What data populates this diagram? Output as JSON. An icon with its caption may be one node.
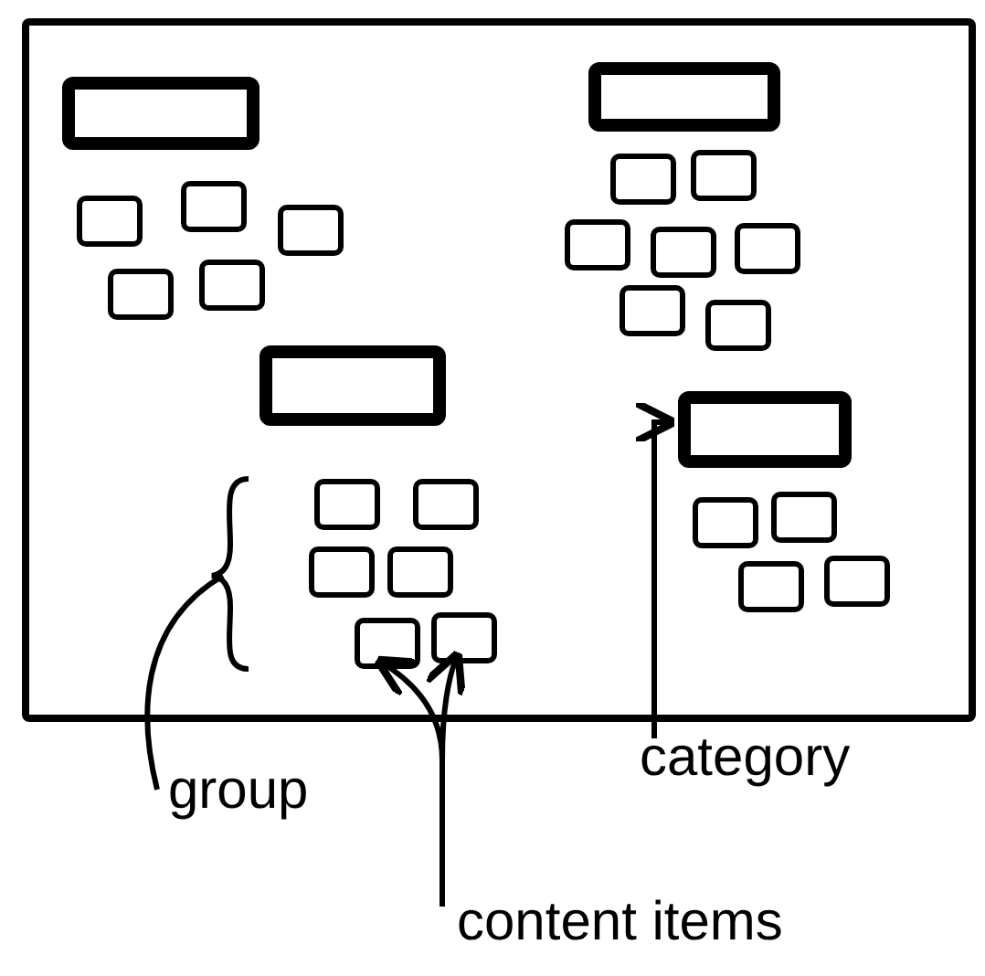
{
  "diagram": {
    "nodes": [
      {
        "text": [],
        "shape": "box"
      },
      {
        "text": [],
        "shape": "box",
        "in": 0
      },
      {
        "text": [],
        "shape": "box",
        "in": 0
      },
      {
        "text": [],
        "shape": "box",
        "in": 0
      },
      {
        "text": [],
        "shape": "box",
        "in": 0
      },
      {
        "text": [],
        "shape": "box",
        "in": 0
      },
      {
        "text": [],
        "shape": "box",
        "in": 0
      },
      {
        "text": [],
        "shape": "box",
        "in": 0
      },
      {
        "text": [],
        "shape": "box",
        "in": 0
      },
      {
        "text": [],
        "shape": "box",
        "in": 0
      },
      {
        "text": [],
        "shape": "box",
        "in": 0
      },
      {
        "text": [],
        "shape": "box",
        "in": 0
      },
      {
        "text": [],
        "shape": "box",
        "in": 0
      },
      {
        "text": [],
        "shape": "box",
        "in": 0
      },
      {
        "text": [],
        "shape": "box",
        "in": 0
      },
      {
        "text": [],
        "shape": "box",
        "in": 0
      },
      {
        "text": [],
        "shape": "box",
        "in": 0
      },
      {
        "text": [],
        "shape": "box",
        "in": 0
      },
      {
        "text": [],
        "shape": "box",
        "in": 0
      },
      {
        "text": [],
        "shape": "box",
        "in": 0
      },
      {
        "text": [],
        "shape": "box",
        "in": 0
      },
      {
        "text": [],
        "shape": "box",
        "in": 0
      },
      {
        "text": [],
        "shape": "box",
        "in": 0
      },
      {
        "text": [],
        "shape": "box",
        "in": 0
      },
      {
        "text": [],
        "shape": "box",
        "in": 0
      },
      {
        "text": [],
        "shape": "box",
        "in": 0
      },
      {
        "text": [],
        "shape": "box",
        "in": 0
      },
      {
        "text": [
          "group"
        ]
      },
      {
        "text": [
          "category"
        ]
      },
      {
        "text": [
          "content items"
        ]
      }
    ],
    "edges": [
      {
        "from": 28,
        "to": 22,
        "arrow": "to"
      },
      {
        "from": 29,
        "to": 20,
        "arrow": "to"
      },
      {
        "from": 29,
        "to": 21,
        "arrow": "to"
      },
      {
        "from": 27,
        "to": null,
        "arrow": "none"
      }
    ]
  }
}
